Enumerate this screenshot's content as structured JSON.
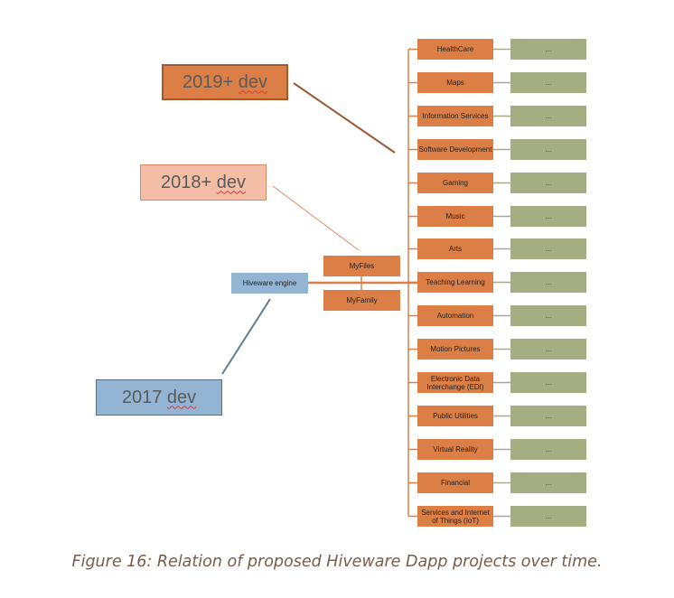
{
  "eras": {
    "dev_2019": {
      "year": "2019+",
      "word": "dev"
    },
    "dev_2018": {
      "year": "2018+",
      "word": "dev"
    },
    "dev_2017": {
      "year": "2017",
      "word": "dev"
    }
  },
  "engine_label": "Hiveware engine",
  "branches": {
    "myfiles": "MyFiles",
    "myfamily": "MyFamily"
  },
  "categories": [
    {
      "label": "HealthCare",
      "detail": "..."
    },
    {
      "label": "Maps",
      "detail": "..."
    },
    {
      "label": "Information Services",
      "detail": "..."
    },
    {
      "label": "Software Development",
      "detail": "..."
    },
    {
      "label": "Gaming",
      "detail": "..."
    },
    {
      "label": "Music",
      "detail": "..."
    },
    {
      "label": "Arts",
      "detail": "..."
    },
    {
      "label": "Teaching Learning",
      "detail": "..."
    },
    {
      "label": "Automation",
      "detail": "..."
    },
    {
      "label": "Motion Pictures",
      "detail": "..."
    },
    {
      "label": "Electronic Data Interchange (EDI)",
      "detail": "..."
    },
    {
      "label": "Public Utilities",
      "detail": "..."
    },
    {
      "label": "Virtual Reality",
      "detail": "..."
    },
    {
      "label": "Financial",
      "detail": "..."
    },
    {
      "label": "Services and Internet of Things (IoT)",
      "detail": "..."
    }
  ],
  "caption": "Figure 16: Relation of proposed Hiveware Dapp projects over time.",
  "colors": {
    "category_fill": "#dc7f46",
    "placeholder_fill": "#a5ad83",
    "engine_fill": "#93b4d3",
    "connector": "#dc7f46"
  }
}
